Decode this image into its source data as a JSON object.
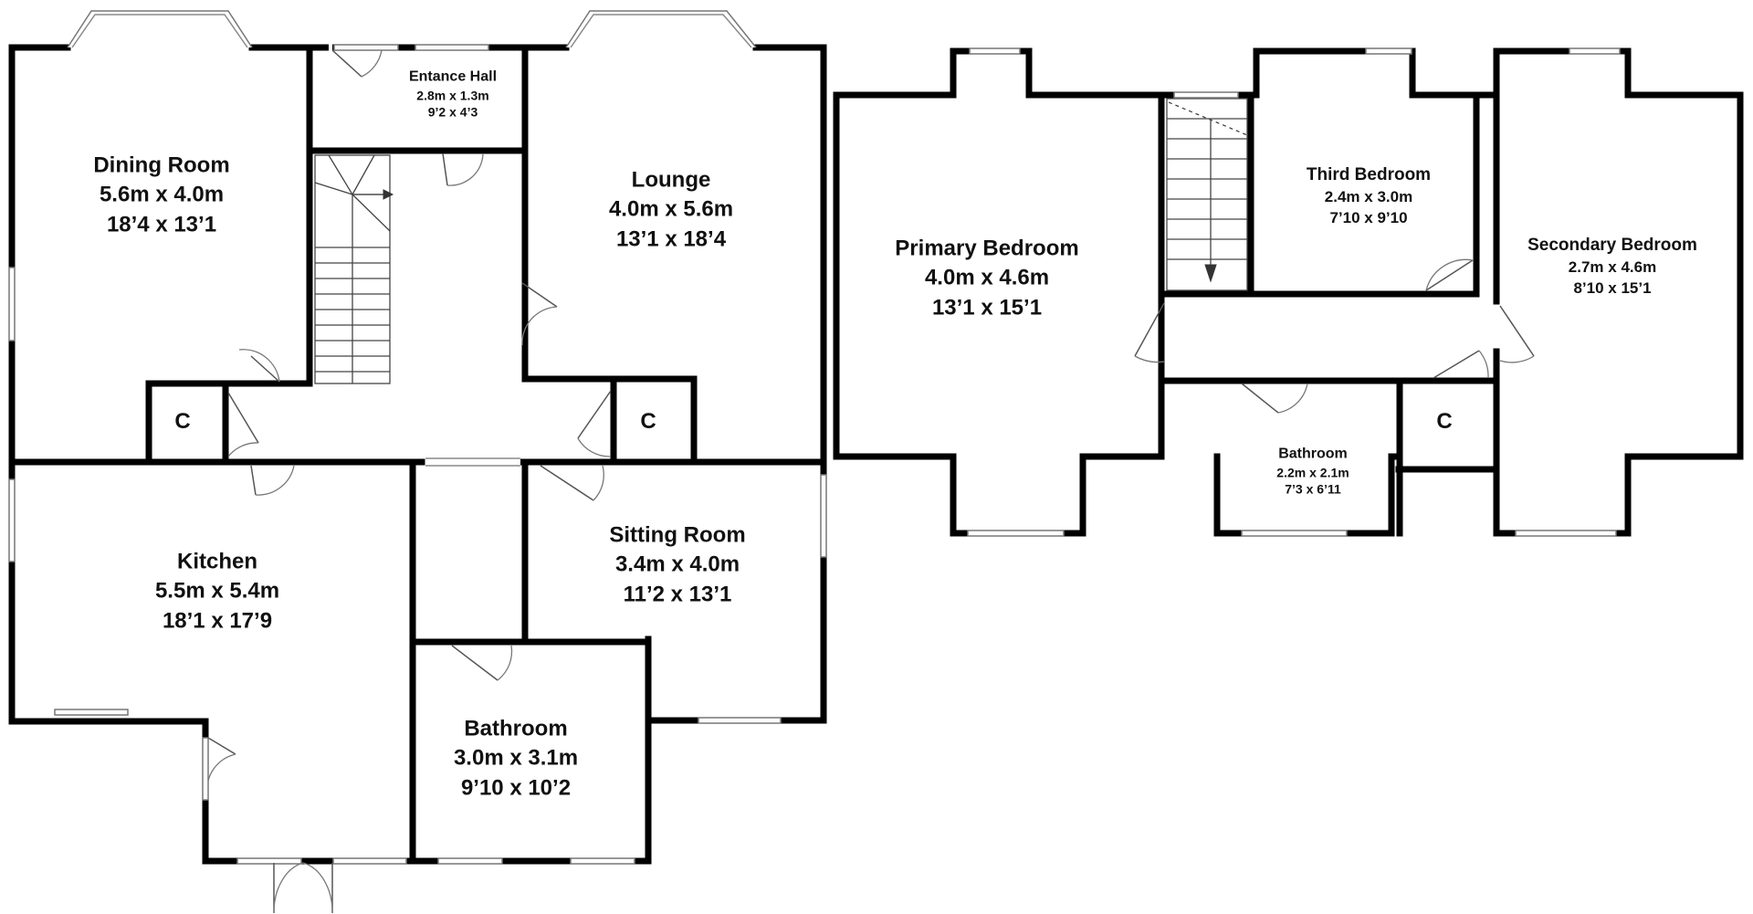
{
  "rooms": {
    "dining_room": {
      "name": "Dining Room",
      "metric": "5.6m x 4.0m",
      "imperial": "18’4 x 13’1"
    },
    "entrance_hall": {
      "name": "Entance Hall",
      "metric": "2.8m x 1.3m",
      "imperial": "9’2 x 4’3"
    },
    "lounge": {
      "name": "Lounge",
      "metric": "4.0m x 5.6m",
      "imperial": "13’1 x 18’4"
    },
    "kitchen": {
      "name": "Kitchen",
      "metric": "5.5m x 5.4m",
      "imperial": "18’1 x 17’9"
    },
    "sitting_room": {
      "name": "Sitting Room",
      "metric": "3.4m x 4.0m",
      "imperial": "11’2 x 13’1"
    },
    "bathroom_ground": {
      "name": "Bathroom",
      "metric": "3.0m x 3.1m",
      "imperial": "9’10 x 10’2"
    },
    "primary_bedroom": {
      "name": "Primary Bedroom",
      "metric": "4.0m x 4.6m",
      "imperial": "13’1 x 15’1"
    },
    "third_bedroom": {
      "name": "Third Bedroom",
      "metric": "2.4m x 3.0m",
      "imperial": "7’10 x 9’10"
    },
    "secondary_bedroom": {
      "name": "Secondary Bedroom",
      "metric": "2.7m x 4.6m",
      "imperial": "8’10 x 15’1"
    },
    "bathroom_first": {
      "name": "Bathroom",
      "metric": "2.2m x 2.1m",
      "imperial": "7’3 x 6’11"
    }
  },
  "cupboards": {
    "ground_left": "C",
    "ground_right": "C",
    "first": "C"
  }
}
